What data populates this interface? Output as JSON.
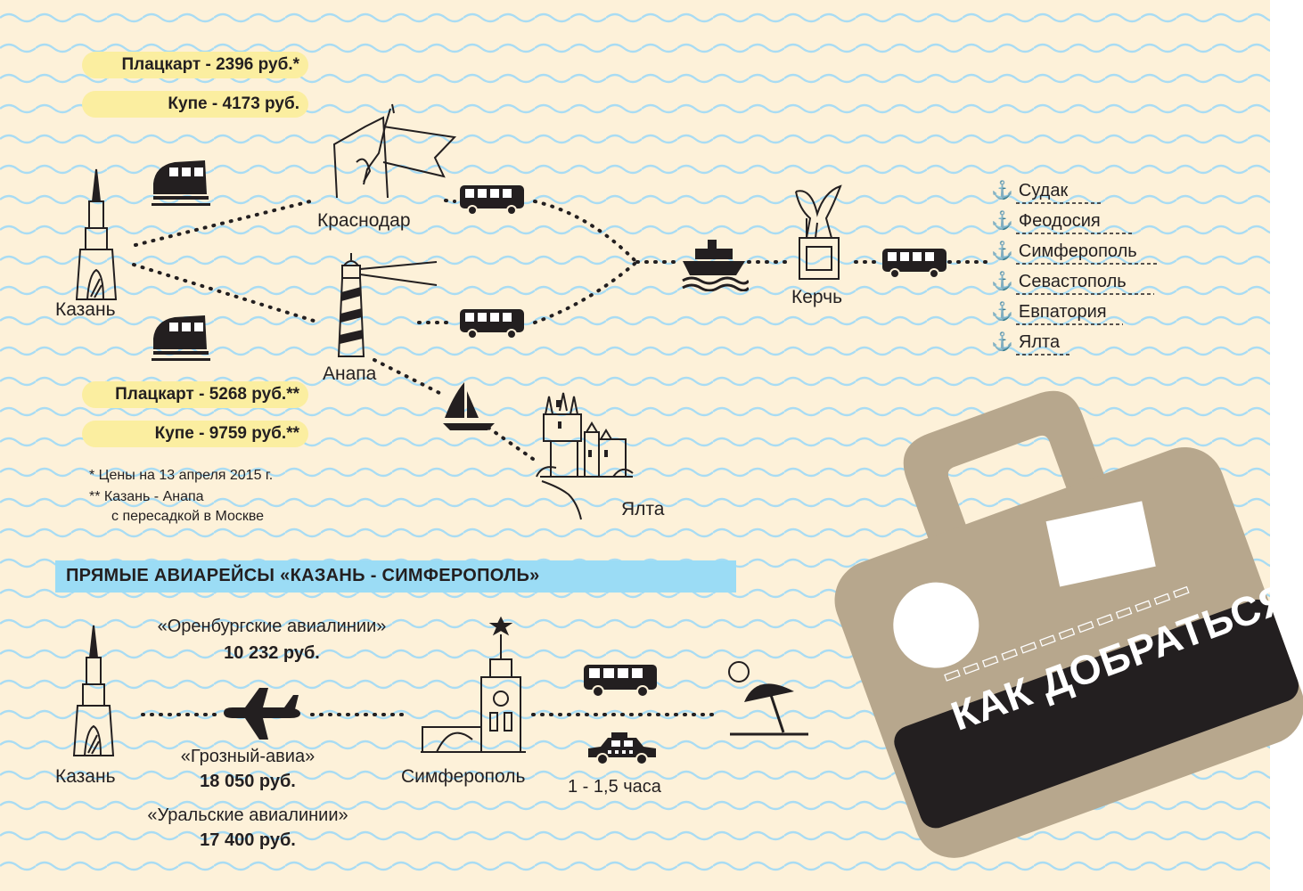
{
  "colors": {
    "background": "#fdf1d9",
    "waves": "#a9dcf3",
    "highlight": "#fbeea0",
    "banner": "#9bdcf5",
    "anchor": "#29a9e0",
    "suitcase": "#b7a78d",
    "label": "#231f20"
  },
  "rail_prices_top": {
    "platzkart": "Плацкарт - 2396 руб.*",
    "kupe": "Купе - 4173 руб."
  },
  "rail_prices_bottom": {
    "platzkart": "Плацкарт - 5268 руб.**",
    "kupe": "Купе - 9759 руб.**"
  },
  "cities": {
    "kazan": "Казань",
    "krasnodar": "Краснодар",
    "anapa": "Анапа",
    "kerch": "Керчь",
    "yalta": "Ялта"
  },
  "destinations": [
    "Судак",
    "Феодосия",
    "Симферополь",
    "Севастополь",
    "Евпатория",
    "Ялта"
  ],
  "footnotes": {
    "one": "*  Цены на 13 апреля 2015 г.",
    "two_line1": "** Казань - Анапа",
    "two_line2": "с пересадкой в Москве"
  },
  "flights": {
    "heading": "ПРЯМЫЕ АВИАРЕЙСЫ  «КАЗАНЬ - СИМФЕРОПОЛЬ»",
    "origin": "Казань",
    "destination": "Симферополь",
    "airlines": [
      {
        "name": "«Оренбургские авиалинии»",
        "price": "10 232 руб."
      },
      {
        "name": "«Грозный-авиа»",
        "price": "18 050 руб."
      },
      {
        "name": "«Уральские авиалинии»",
        "price": "17 400 руб."
      }
    ],
    "transfer_time": "1 - 1,5 часа"
  },
  "suitcase_label": "КАК ДОБРАТЬСЯ",
  "icons": [
    "train-icon",
    "bus-icon",
    "ship-icon",
    "sailboat-icon",
    "plane-icon",
    "taxi-icon",
    "beach-umbrella-icon",
    "anchor-icon",
    "suitcase-icon",
    "kazan-tower-icon",
    "krasnodar-monument-icon",
    "anapa-lighthouse-icon",
    "kerch-griffin-icon",
    "yalta-castle-icon",
    "simferopol-station-icon"
  ]
}
